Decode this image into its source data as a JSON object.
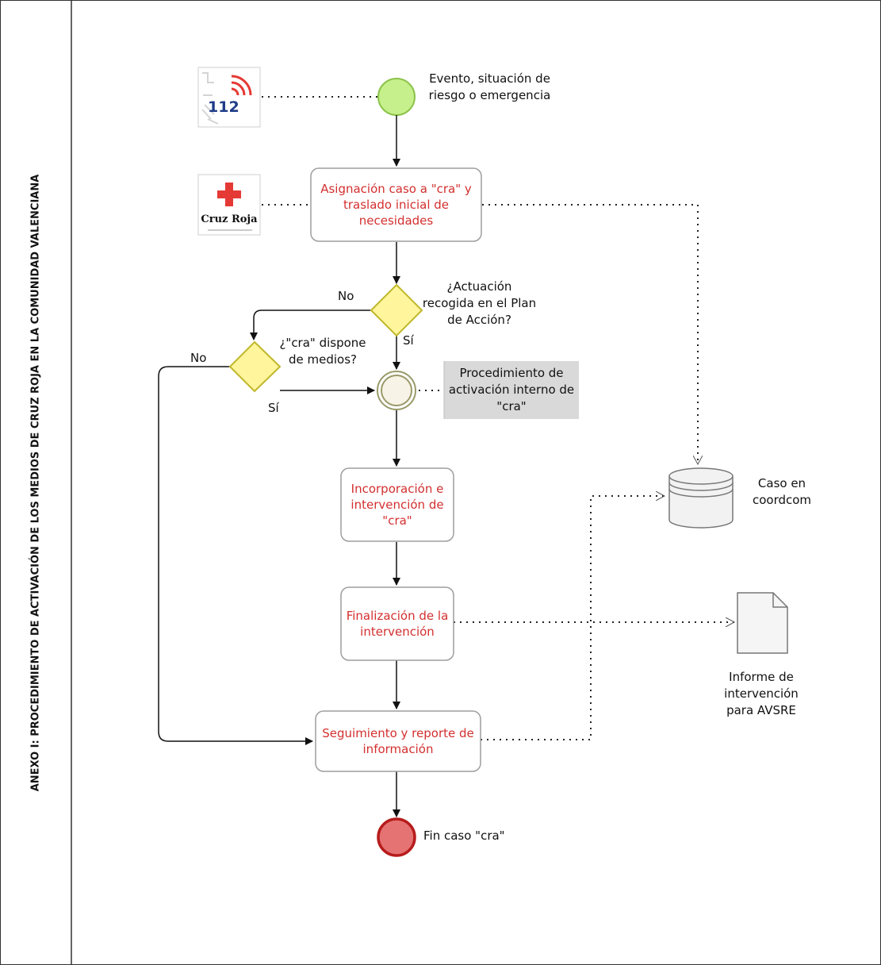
{
  "lane": {
    "title": "ANEXO I: PROCEDIMIENTO DE ACTIVACIÓN DE LOS MEDIOS DE CRUZ ROJA EN LA COMUNIDAD VALENCIANA"
  },
  "logos": {
    "emergency_logo_text": "112",
    "redcross_logo_text": "Cruz Roja"
  },
  "colors": {
    "start": "#c6f08c",
    "end": "#e57373",
    "task_text": "#d32f2f",
    "gateway": "#fff59d",
    "annotation": "#d9d9d9"
  },
  "start_event": {
    "label": "Evento, situación de riesgo o emergencia"
  },
  "tasks": {
    "asignacion": "Asignación caso a \"cra\" y traslado inicial de necesidades",
    "incorporacion": "Incorporación e intervención de \"cra\"",
    "finalizacion": "Finalización de la intervención",
    "seguimiento": "Seguimiento y reporte de información"
  },
  "gateways": {
    "actuacion": {
      "label": "¿Actuación recogida en el Plan de Acción?",
      "no": "No",
      "yes": "Sí"
    },
    "medios": {
      "label": "¿\"cra\" dispone de medios?",
      "no": "No",
      "yes": "Sí"
    }
  },
  "intermediate_annotation": "Procedimiento de activación interno de \"cra\"",
  "datastore": {
    "label": "Caso en coordcom"
  },
  "document": {
    "label": "Informe de intervención para AVSRE"
  },
  "end_event": {
    "label": "Fin caso \"cra\""
  }
}
